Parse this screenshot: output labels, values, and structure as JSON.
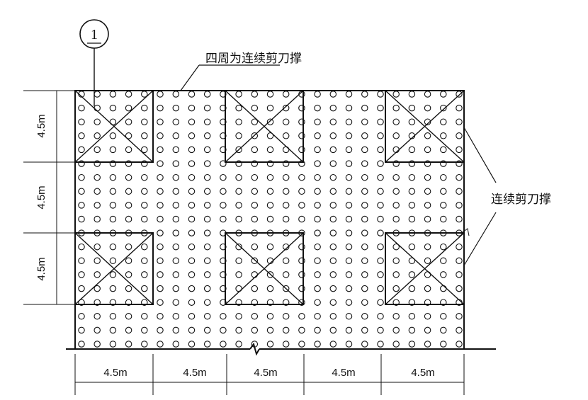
{
  "axis_marker": {
    "number": "1"
  },
  "top_callout": {
    "text": "四周为连续剪刀撑"
  },
  "right_callout": {
    "text": "连续剪刀撑"
  },
  "left_dimensions": [
    "4.5m",
    "4.5m",
    "4.5m"
  ],
  "bottom_dimensions": [
    "4.5m",
    "4.5m",
    "4.5m",
    "4.5m",
    "4.5m"
  ]
}
